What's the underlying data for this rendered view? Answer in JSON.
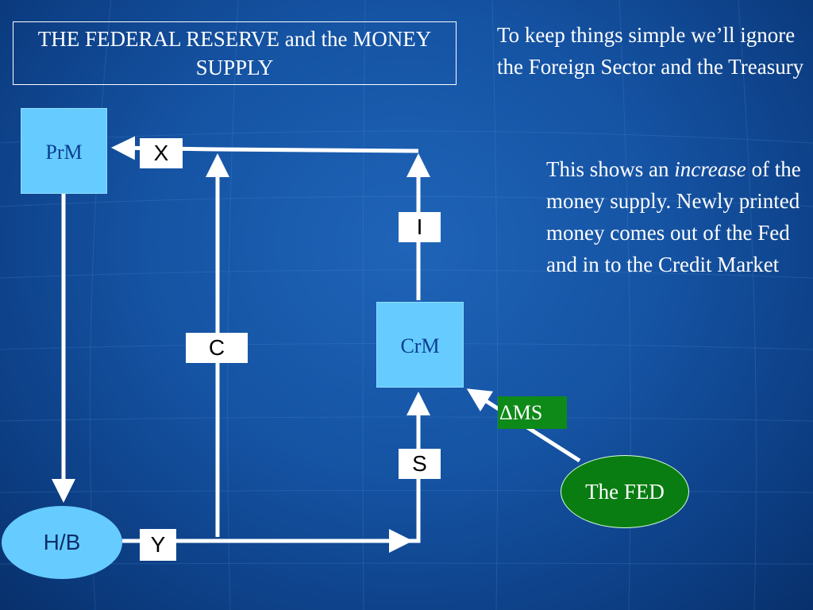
{
  "title": "THE FEDERAL RESERVE and the MONEY SUPPLY",
  "notes": {
    "simplify": "To keep things simple we’ll ignore the Foreign Sector and the Treasury",
    "shows_prefix": "This shows an ",
    "shows_emphasis": "increase",
    "shows_suffix": " of the money supply. Newly printed money comes out of the Fed and in to the Credit Market"
  },
  "nodes": {
    "product_market": "PrM",
    "credit_market": "CrM",
    "households_businesses": "H/B",
    "the_fed": "The FED"
  },
  "flows": {
    "x": "X",
    "i": "I",
    "c": "C",
    "s": "S",
    "y": "Y",
    "delta_ms": "ΔMS"
  },
  "colors": {
    "background": "#1553a3",
    "market_node": "#66ccff",
    "fed_node": "#0a7d12",
    "arrow": "#ffffff"
  }
}
